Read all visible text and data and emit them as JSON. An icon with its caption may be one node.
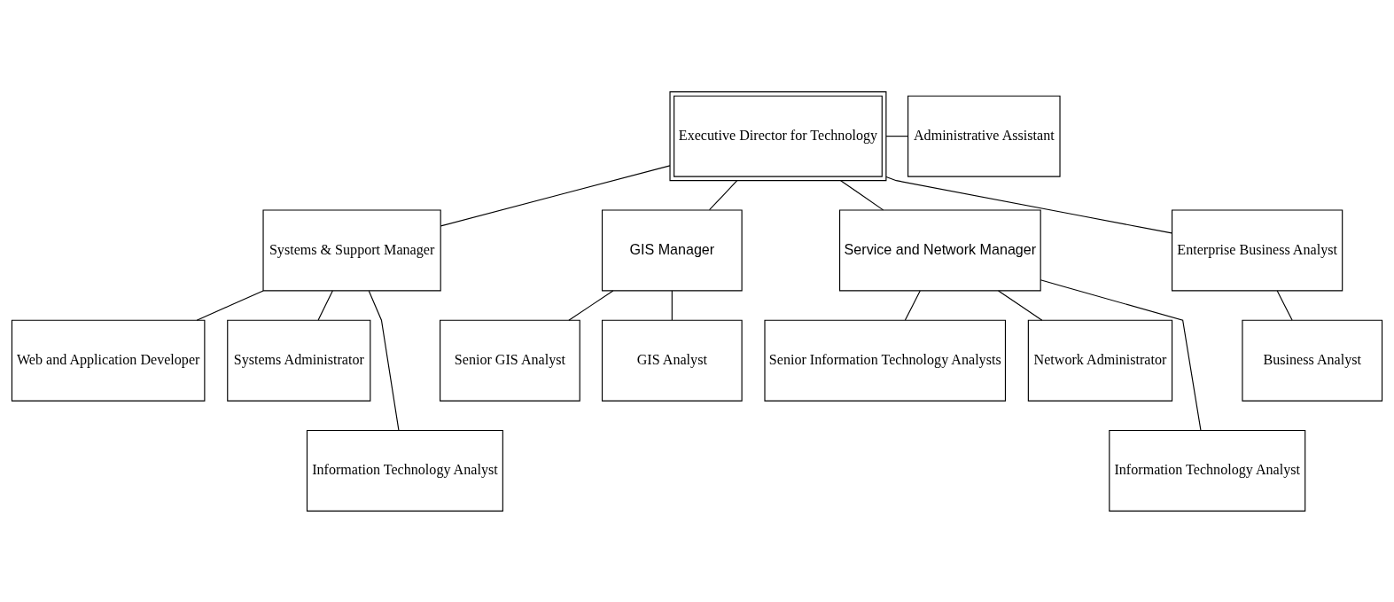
{
  "diagram": {
    "nodes": [
      {
        "text": [
          "Executive Director for Technology"
        ]
      },
      {
        "text": [
          "Administrative Assistant"
        ]
      },
      {
        "text": [
          "Systems & Support Manager"
        ]
      },
      {
        "text": [
          "GIS Manager"
        ]
      },
      {
        "text": [
          "Service and Network Manager"
        ]
      },
      {
        "text": [
          "Enterprise Business Analyst"
        ]
      },
      {
        "text": [
          "Web and Application Developer"
        ]
      },
      {
        "text": [
          "Systems Administrator"
        ]
      },
      {
        "text": [
          "Information Technology Analyst"
        ]
      },
      {
        "text": [
          "Senior GIS Analyst"
        ]
      },
      {
        "text": [
          "GIS Analyst"
        ]
      },
      {
        "text": [
          "Senior Information Technology Analysts"
        ]
      },
      {
        "text": [
          "Network Administrator"
        ]
      },
      {
        "text": [
          "Information Technology Analyst"
        ]
      },
      {
        "text": [
          "Business Analyst"
        ]
      }
    ],
    "edges": [
      {
        "from": 0,
        "to": 1,
        "arrow": "none"
      },
      {
        "from": 0,
        "to": 2,
        "arrow": "none"
      },
      {
        "from": 0,
        "to": 3,
        "arrow": "none"
      },
      {
        "from": 0,
        "to": 4,
        "arrow": "none"
      },
      {
        "from": 0,
        "to": 5,
        "arrow": "none"
      },
      {
        "from": 2,
        "to": 6,
        "arrow": "none"
      },
      {
        "from": 2,
        "to": 7,
        "arrow": "none"
      },
      {
        "from": 2,
        "to": 8,
        "arrow": "none"
      },
      {
        "from": 3,
        "to": 9,
        "arrow": "none"
      },
      {
        "from": 3,
        "to": 10,
        "arrow": "none"
      },
      {
        "from": 4,
        "to": 11,
        "arrow": "none"
      },
      {
        "from": 4,
        "to": 12,
        "arrow": "none"
      },
      {
        "from": 4,
        "to": 13,
        "arrow": "none"
      },
      {
        "from": 5,
        "to": 14,
        "arrow": "none"
      }
    ]
  }
}
